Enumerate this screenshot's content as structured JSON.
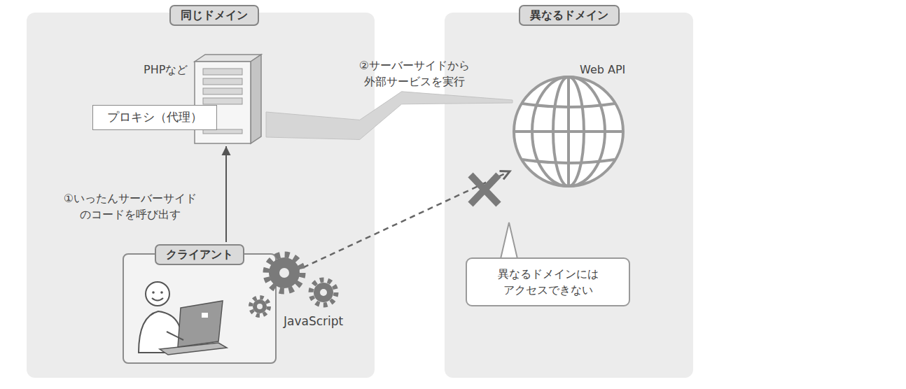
{
  "diagram": {
    "nodes": [
      {
        "text": [
          "同じドメイン"
        ]
      },
      {
        "text": [
          "PHPなど"
        ],
        "in": 0
      },
      {
        "text": [
          "プロキシ（代理）"
        ],
        "in": 1
      },
      {
        "text": [
          "クライアント"
        ],
        "in": 0
      },
      {
        "text": [
          "異なるドメイン"
        ]
      },
      {
        "text": [
          "Web API"
        ],
        "in": 4
      },
      {
        "text": [
          "異なるドメインには アクセスできない"
        ],
        "in": 4
      }
    ],
    "edges": [
      {
        "from": 3,
        "to": 1,
        "arrow": "to",
        "label": "①いったんサーバーサイド のコードを呼び出す"
      },
      {
        "from": 1,
        "to": 5,
        "arrow": "none",
        "label": "②サーバーサイドから 外部サービスを実行"
      },
      {
        "from": 3,
        "to": 5,
        "arrow": "to"
      }
    ],
    "labels": [
      "JavaScript"
    ]
  }
}
